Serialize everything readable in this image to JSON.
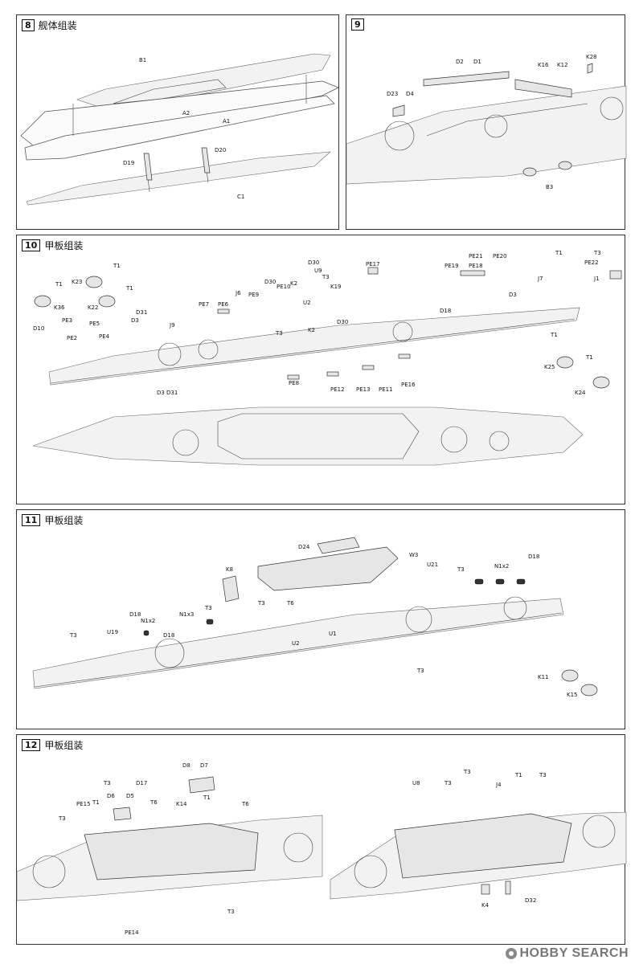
{
  "steps": [
    {
      "num": "8",
      "title": "舰体组装"
    },
    {
      "num": "9",
      "title": ""
    },
    {
      "num": "10",
      "title": "甲板组装"
    },
    {
      "num": "11",
      "title": "甲板组装"
    },
    {
      "num": "12",
      "title": "甲板组装"
    }
  ],
  "step8": {
    "labels": [
      "B1",
      "A2",
      "A1",
      "D20",
      "D19",
      "C1"
    ]
  },
  "step9": {
    "labels": [
      "D2",
      "D1",
      "K16",
      "K12",
      "K28",
      "D23",
      "D4",
      "B3"
    ]
  },
  "step10": {
    "labels": [
      "T1",
      "K23",
      "T1",
      "K36",
      "K22",
      "T1",
      "D10",
      "PE3",
      "PE2",
      "PE5",
      "PE4",
      "D31",
      "D3",
      "J9",
      "PE7",
      "PE6",
      "J6",
      "PE9",
      "D30",
      "PE10",
      "K2",
      "U2",
      "D30",
      "U9",
      "T3",
      "K19",
      "PE17",
      "PE19",
      "PE18",
      "PE21",
      "PE20",
      "T1",
      "T3",
      "PE22",
      "J1",
      "J7",
      "D3",
      "D18",
      "T3",
      "K2",
      "D30",
      "PE8",
      "PE12",
      "PE13",
      "PE11",
      "PE16",
      "T1",
      "K25",
      "T1",
      "K24",
      "D3",
      "D31"
    ]
  },
  "step11": {
    "labels": [
      "D24",
      "W3",
      "K8",
      "U21",
      "T3",
      "N1x2",
      "D18",
      "T3",
      "T6",
      "N1x3",
      "T3",
      "D18",
      "N1x2",
      "D18",
      "T3",
      "U19",
      "U2",
      "U1",
      "T3",
      "K11",
      "K15"
    ]
  },
  "step12": {
    "labels": [
      "D8",
      "D7",
      "T3",
      "D17",
      "D6",
      "D5",
      "PE15",
      "T1",
      "T6",
      "K14",
      "T1",
      "T6",
      "T3",
      "T3",
      "U8",
      "T3",
      "T1",
      "T3",
      "J4",
      "T3",
      "PE14",
      "K4",
      "D32"
    ]
  },
  "watermark": {
    "text": "HOBBY SEARCH"
  }
}
